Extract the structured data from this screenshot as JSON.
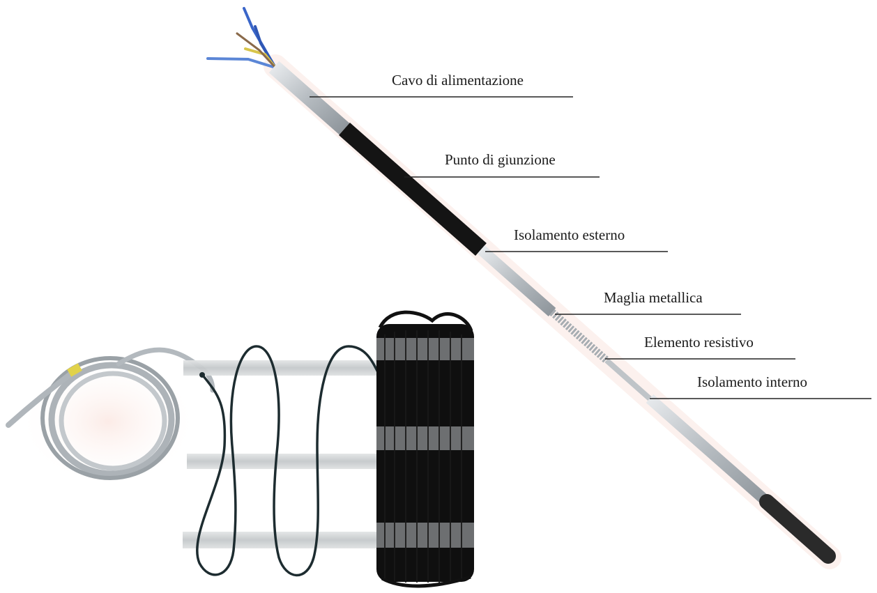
{
  "labels": {
    "cavo": "Cavo di alimentazione",
    "giunzione": "Punto di giunzione",
    "isolamento_esterno": "Isolamento esterno",
    "maglia": "Maglia metallica",
    "elemento": "Elemento resistivo",
    "isolamento_interno": "Isolamento interno"
  },
  "colors": {
    "power_cable": "#b8bdc2",
    "junction": "#141414",
    "outer_insulation": "#c9ced3",
    "inner_insulation": "#d6dadd",
    "end_cap": "#2a2a2a",
    "mat_cable": "#1b2a2f",
    "tape": "#c9ccce",
    "leader_line": "#222222"
  },
  "icons": {
    "wires": "wire-ends-icon",
    "coil": "cable-coil-icon",
    "mat": "heating-mat-icon"
  }
}
